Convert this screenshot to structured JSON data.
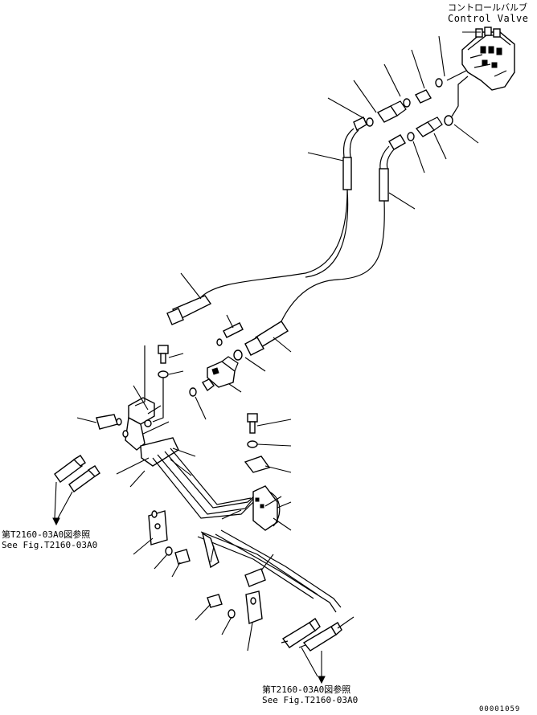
{
  "title_jp": "コントロールバルブ",
  "title_en": "Control Valve",
  "ref_left_jp": "第T2160-03A0図参照",
  "ref_left_en": "See Fig.T2160-03A0",
  "ref_bottom_jp": "第T2160-03A0図参照",
  "ref_bottom_en": "See Fig.T2160-03A0",
  "drawing_number": "00001059"
}
